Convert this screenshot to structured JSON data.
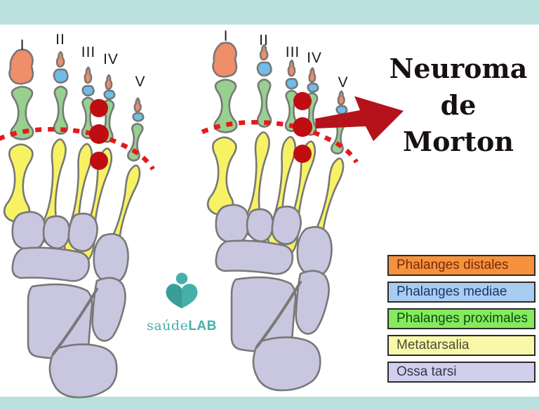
{
  "title": {
    "lines": [
      "Neuroma",
      "de",
      "Morton"
    ]
  },
  "feet": {
    "toe_labels": [
      "I",
      "II",
      "III",
      "IV",
      "V"
    ],
    "count": 2
  },
  "annotations": {
    "neuroma_dots_per_foot": 3,
    "dot_location": "between metatarsals III and IV",
    "dashed_line": "metatarsophalangeal joint line",
    "arrow": "points from neuroma dots toward title"
  },
  "legend": {
    "items": [
      {
        "label": "Phalanges distales",
        "swatch_color": "#f6923c",
        "text_color": "#7a2a0a"
      },
      {
        "label": "Phalanges mediae",
        "swatch_color": "#a9cdf1",
        "text_color": "#1c3667"
      },
      {
        "label": "Phalanges proximales",
        "swatch_color": "#86e95e",
        "text_color": "#0c4d0c"
      },
      {
        "label": "Metatarsalia",
        "swatch_color": "#f9f8a8",
        "text_color": "#4a4a38"
      },
      {
        "label": "Ossa tarsi",
        "swatch_color": "#d2cfee",
        "text_color": "#33334f"
      }
    ]
  },
  "logo": {
    "text_light": "saúde",
    "text_bold": "LAB"
  },
  "colors": {
    "frame": "#b9e0dc",
    "ink": "#171011",
    "distal": "#ef8e68",
    "middle": "#6fbde8",
    "proximal": "#97d08f",
    "metatarsal": "#f7f263",
    "tarsal": "#c9c6e0",
    "outline": "#787878",
    "dot": "#bf0d12",
    "dash": "#e51a1a",
    "arrow": "#b5121b",
    "logo": "#45b0a9",
    "legend_border": "#2b2b2b"
  }
}
